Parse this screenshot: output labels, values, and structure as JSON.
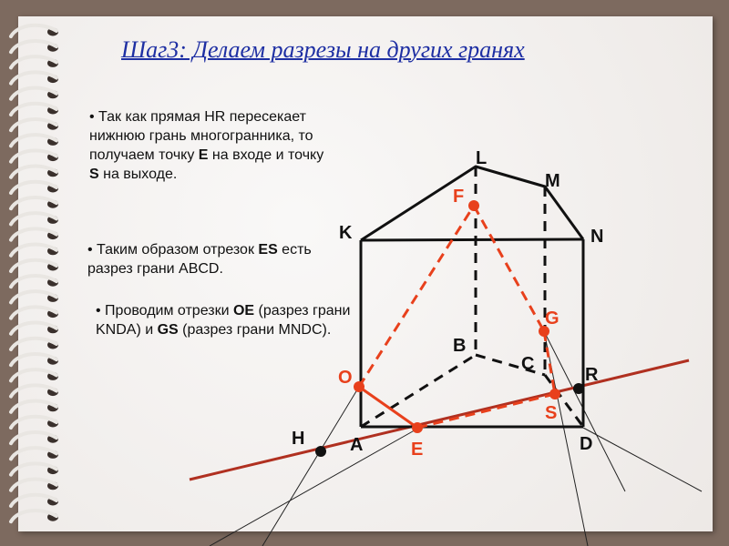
{
  "title": "Шаг3:   Делаем разрезы на других гранях",
  "bullets": {
    "b1": {
      "prefix": "• Так как прямая HR пересекает нижнюю грань многогранника, то получаем точку ",
      "p1": "E",
      "mid": " на входе и точку ",
      "p2": "S",
      "suffix": " на выходе."
    },
    "b2": {
      "prefix": "• Таким  образом отрезок ",
      "p1": "ES",
      "suffix": " есть разрез грани ABCD."
    },
    "b3": {
      "prefix": "• Проводим отрезки ",
      "p1": "OE",
      "mid": " (разрез грани KNDA) и ",
      "p2": "GS",
      "suffix": " (разрез грани MNDC)."
    }
  },
  "points": {
    "L": "L",
    "M": "M",
    "K": "K",
    "N": "N",
    "F": "F",
    "G": "G",
    "B": "B",
    "C": "C",
    "R": "R",
    "O": "O",
    "S": "S",
    "H": "H",
    "A": "A",
    "E": "E",
    "D": "D"
  },
  "colors": {
    "title": "#1e2fa3",
    "section": "#e8401c",
    "edges": "#111111",
    "background": "#7d6a5f"
  }
}
